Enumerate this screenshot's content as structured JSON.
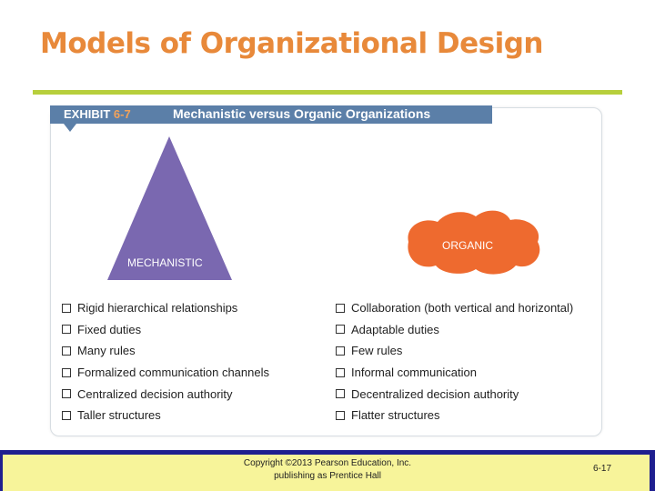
{
  "slide": {
    "title": "Models of Organizational Design"
  },
  "exhibit": {
    "label": "EXHIBIT",
    "number": "6-7",
    "title": "Mechanistic versus Organic Organizations",
    "mechanistic_label": "MECHANISTIC",
    "organic_label": "ORGANIC",
    "mechanistic_items": [
      "Rigid hierarchical relationships",
      "Fixed duties",
      "Many rules",
      "Formalized communication channels",
      "Centralized decision authority",
      "Taller structures"
    ],
    "organic_items": [
      "Collaboration (both vertical and horizontal)",
      "Adaptable duties",
      "Few rules",
      "Informal communication",
      "Decentralized decision authority",
      "Flatter structures"
    ]
  },
  "footer": {
    "copyright_line1": "Copyright ©2013 Pearson Education, Inc.",
    "copyright_line2": "publishing as Prentice Hall",
    "page": "6-17"
  },
  "colors": {
    "title": "#e8893a",
    "rule": "#b7cf3c",
    "header": "#5b7fa8",
    "mechanistic": "#7a68b0",
    "organic": "#ee6a2f",
    "footer_border": "#1f1f8f",
    "footer_bg": "#f7f49a"
  }
}
